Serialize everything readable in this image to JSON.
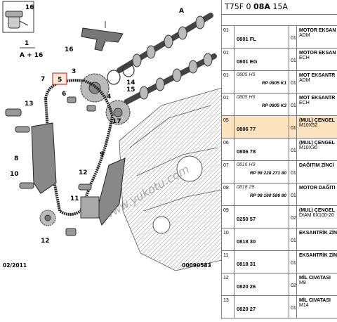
{
  "diagram": {
    "date": "02/2011",
    "code": "00090583",
    "watermark": "www.yukotu.com",
    "legend": {
      "number": "1",
      "formula": "A + 16"
    },
    "callouts": [
      "A",
      "3",
      "4",
      "5",
      "6",
      "7",
      "8",
      "9",
      "10",
      "11",
      "12",
      "12",
      "13",
      "14",
      "15",
      "16",
      "16",
      "17"
    ]
  },
  "panel": {
    "header": {
      "prefix": "T75F 0 ",
      "bold": "08A",
      "suffix": " 15A"
    },
    "rows": [
      {
        "idx": "01",
        "ref": "0801 FL",
        "alt": "",
        "rp": "",
        "qty": "01",
        "title": "MOTOR EKSAN",
        "sub": "ADM",
        "selected": false
      },
      {
        "idx": "01",
        "ref": "0801 EG",
        "alt": "",
        "rp": "",
        "qty": "01",
        "title": "MOTOR EKSAN",
        "sub": "ECH",
        "selected": false
      },
      {
        "idx": "01",
        "ref": "",
        "alt": "0805 H5",
        "rp": "RP 0805 K1",
        "qty": "01",
        "title": "MOT EKSANTR",
        "sub": "ADM",
        "selected": false
      },
      {
        "idx": "01",
        "ref": "",
        "alt": "0805 H6",
        "rp": "RP 0805 K3",
        "qty": "01",
        "title": "MOT EKSANTR",
        "sub": "ECH",
        "selected": false
      },
      {
        "idx": "05",
        "ref": "0806 77",
        "alt": "",
        "rp": "",
        "qty": "01",
        "title": "(MUL) ÇENGEL",
        "sub": "M10X52",
        "selected": true
      },
      {
        "idx": "06",
        "ref": "0806 78",
        "alt": "",
        "rp": "",
        "qty": "01",
        "title": "(MUL) ÇENGEL",
        "sub": "M10X30",
        "selected": false
      },
      {
        "idx": "07",
        "ref": "",
        "alt": "0816 H9",
        "rp": "RP 98 228 271 80",
        "qty": "01",
        "title": "DAĞITIM ZİNCİ",
        "sub": "",
        "selected": false
      },
      {
        "idx": "08",
        "ref": "",
        "alt": "0818 29",
        "rp": "RP 98 160 586 80",
        "qty": "01",
        "title": "MOTOR DAĞITI",
        "sub": "",
        "selected": false
      },
      {
        "idx": "09",
        "ref": "0250 57",
        "alt": "",
        "rp": "",
        "qty": "02",
        "title": "(MUL) ÇENGEL",
        "sub": "DIAM 6X100-20",
        "selected": false
      },
      {
        "idx": "10",
        "ref": "0818 30",
        "alt": "",
        "rp": "",
        "qty": "01",
        "title": "EKSANTRİK ZİN",
        "sub": "",
        "selected": false
      },
      {
        "idx": "11",
        "ref": "0818 31",
        "alt": "",
        "rp": "",
        "qty": "01",
        "title": "EKSANTRİK ZİN",
        "sub": "",
        "selected": false
      },
      {
        "idx": "12",
        "ref": "0820 26",
        "alt": "",
        "rp": "",
        "qty": "02",
        "title": "MİL CIVATASI",
        "sub": "M8",
        "selected": false
      },
      {
        "idx": "13",
        "ref": "0820 27",
        "alt": "",
        "rp": "",
        "qty": "01",
        "title": "MİL CIVATASI",
        "sub": "M14",
        "selected": false
      }
    ]
  }
}
